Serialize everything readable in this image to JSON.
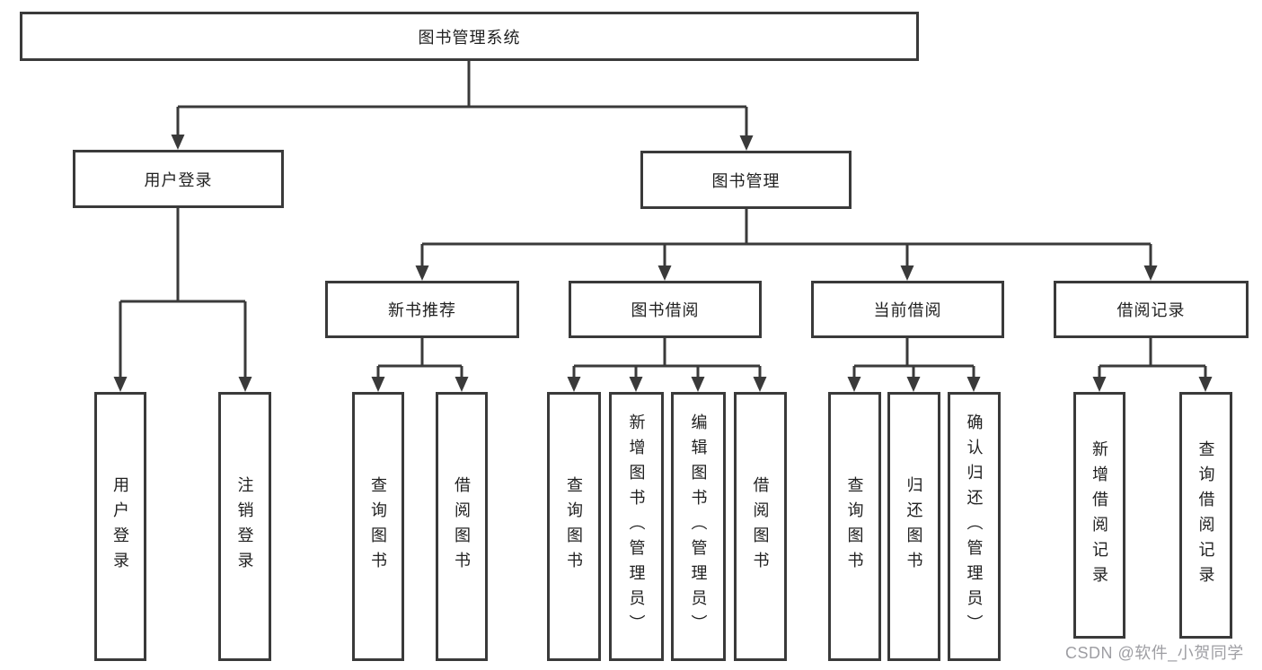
{
  "diagram": {
    "root": {
      "label": "图书管理系统"
    },
    "branches": [
      {
        "label": "用户登录",
        "children": [
          {
            "label": "用户登录"
          },
          {
            "label": "注销登录"
          }
        ]
      },
      {
        "label": "图书管理",
        "children": [
          {
            "label": "新书推荐",
            "children": [
              {
                "label": "查询图书"
              },
              {
                "label": "借阅图书"
              }
            ]
          },
          {
            "label": "图书借阅",
            "children": [
              {
                "label": "查询图书"
              },
              {
                "label": "新增图书（管理员）"
              },
              {
                "label": "编辑图书（管理员）"
              },
              {
                "label": "借阅图书"
              }
            ]
          },
          {
            "label": "当前借阅",
            "children": [
              {
                "label": "查询图书"
              },
              {
                "label": "归还图书"
              },
              {
                "label": "确认归还（管理员）"
              }
            ]
          },
          {
            "label": "借阅记录",
            "children": [
              {
                "label": "新增借阅记录"
              },
              {
                "label": "查询借阅记录"
              }
            ]
          }
        ]
      }
    ]
  },
  "watermark": {
    "text": "CSDN @软件_小贺同学"
  },
  "colors": {
    "line": "#3a3a3a",
    "box_border": "#3a3a3a",
    "text": "#212121",
    "watermark": "#9e9ea3",
    "background": "#ffffff"
  }
}
